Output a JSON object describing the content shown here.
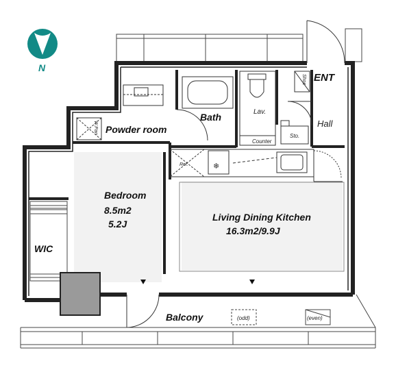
{
  "compass": {
    "label": "N",
    "color": "#128a86"
  },
  "rooms": {
    "ent": "ENT",
    "bath": "Bath",
    "hall": "Hall",
    "powder_room": "Powder room",
    "bedroom": {
      "name": "Bedroom",
      "area_m2": "8.5m2",
      "area_j": "5.2J"
    },
    "ldk": {
      "name": "Living Dining Kitchen",
      "area": "16.3m2/9.9J"
    },
    "wic": "WIC",
    "balcony": "Balcony"
  },
  "fixtures": {
    "lav": "Lav.",
    "counter": "Counter",
    "sto": "Sto.",
    "shoe": "Shoe",
    "wpan": "W.Pan",
    "ref": "Ref.",
    "odd": "(odd)",
    "even": "(even)"
  },
  "colors": {
    "wall": "#222222",
    "floor": "#f3f3f3",
    "column": "#9a9a9a",
    "line": "#444444"
  }
}
